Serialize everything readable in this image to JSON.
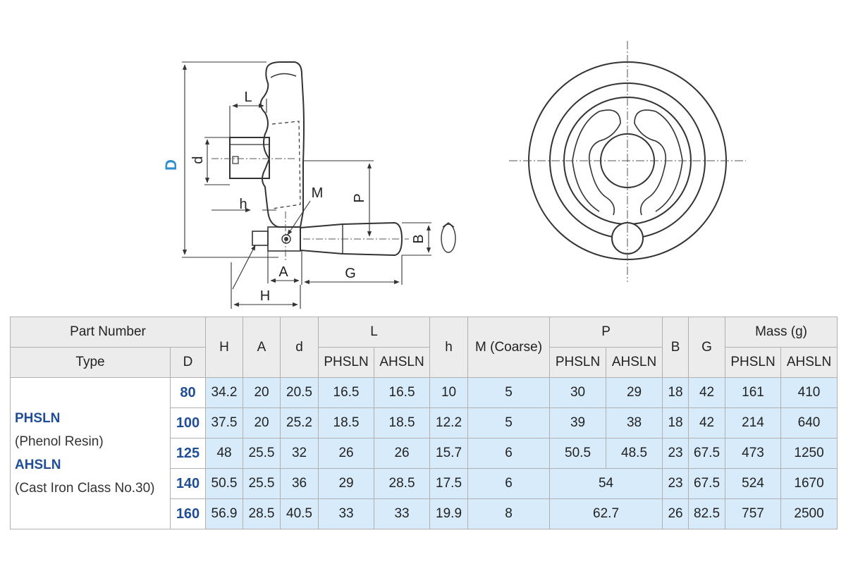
{
  "drawing": {
    "labels": {
      "D": "D",
      "d": "d",
      "L": "L",
      "h": "h",
      "M": "M",
      "P": "P",
      "B": "B",
      "A": "A",
      "G": "G",
      "H": "H"
    },
    "colors": {
      "line": "#333333",
      "dim_D": "#2e8fd0",
      "centerline": "#555555"
    }
  },
  "table": {
    "header": {
      "part_number": "Part Number",
      "type": "Type",
      "d_col": "D",
      "H": "H",
      "A": "A",
      "d": "d",
      "L": "L",
      "h": "h",
      "M": "M (Coarse)",
      "P": "P",
      "B": "B",
      "G": "G",
      "mass": "Mass (g)",
      "phsln": "PHSLN",
      "ahsln": "AHSLN"
    },
    "types": {
      "t1_name": "PHSLN",
      "t1_desc": "(Phenol Resin)",
      "t2_name": "AHSLN",
      "t2_desc": "(Cast Iron Class No.30)"
    },
    "rows": [
      {
        "D": "80",
        "H": "34.2",
        "A": "20",
        "d": "20.5",
        "L_PHSLN": "16.5",
        "L_AHSLN": "16.5",
        "h": "10",
        "M": "5",
        "P_PHSLN": "30",
        "P_AHSLN": "29",
        "B": "18",
        "G": "42",
        "Mass_PHSLN": "161",
        "Mass_AHSLN": "410"
      },
      {
        "D": "100",
        "H": "37.5",
        "A": "20",
        "d": "25.2",
        "L_PHSLN": "18.5",
        "L_AHSLN": "18.5",
        "h": "12.2",
        "M": "5",
        "P_PHSLN": "39",
        "P_AHSLN": "38",
        "B": "18",
        "G": "42",
        "Mass_PHSLN": "214",
        "Mass_AHSLN": "640"
      },
      {
        "D": "125",
        "H": "48",
        "A": "25.5",
        "d": "32",
        "L_PHSLN": "26",
        "L_AHSLN": "26",
        "h": "15.7",
        "M": "6",
        "P_PHSLN": "50.5",
        "P_AHSLN": "48.5",
        "B": "23",
        "G": "67.5",
        "Mass_PHSLN": "473",
        "Mass_AHSLN": "1250"
      },
      {
        "D": "140",
        "H": "50.5",
        "A": "25.5",
        "d": "36",
        "L_PHSLN": "29",
        "L_AHSLN": "28.5",
        "h": "17.5",
        "M": "6",
        "P_merged": "54",
        "B": "23",
        "G": "67.5",
        "Mass_PHSLN": "524",
        "Mass_AHSLN": "1670"
      },
      {
        "D": "160",
        "H": "56.9",
        "A": "28.5",
        "d": "40.5",
        "L_PHSLN": "33",
        "L_AHSLN": "33",
        "h": "19.9",
        "M": "8",
        "P_merged": "62.7",
        "B": "26",
        "G": "82.5",
        "Mass_PHSLN": "757",
        "Mass_AHSLN": "2500"
      }
    ]
  }
}
